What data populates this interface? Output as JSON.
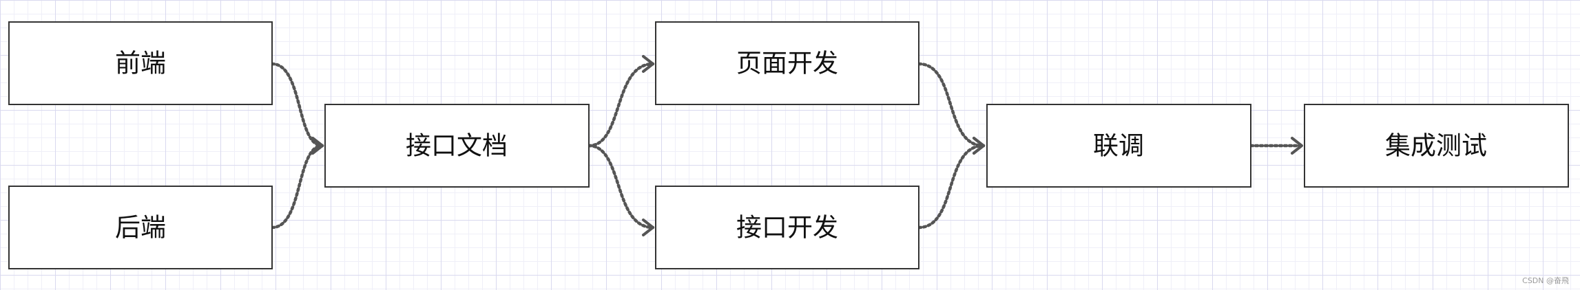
{
  "diagram": {
    "nodes": [
      {
        "id": "frontend",
        "label": "前端"
      },
      {
        "id": "backend",
        "label": "后端"
      },
      {
        "id": "api-doc",
        "label": "接口文档"
      },
      {
        "id": "page-dev",
        "label": "页面开发"
      },
      {
        "id": "api-dev",
        "label": "接口开发"
      },
      {
        "id": "integration",
        "label": "联调"
      },
      {
        "id": "integration-test",
        "label": "集成测试"
      }
    ],
    "edges": [
      {
        "from": "frontend",
        "to": "api-doc"
      },
      {
        "from": "backend",
        "to": "api-doc"
      },
      {
        "from": "api-doc",
        "to": "page-dev"
      },
      {
        "from": "api-doc",
        "to": "api-dev"
      },
      {
        "from": "page-dev",
        "to": "integration"
      },
      {
        "from": "api-dev",
        "to": "integration"
      },
      {
        "from": "integration",
        "to": "integration-test"
      }
    ]
  },
  "watermark": "CSDN @奋飛"
}
